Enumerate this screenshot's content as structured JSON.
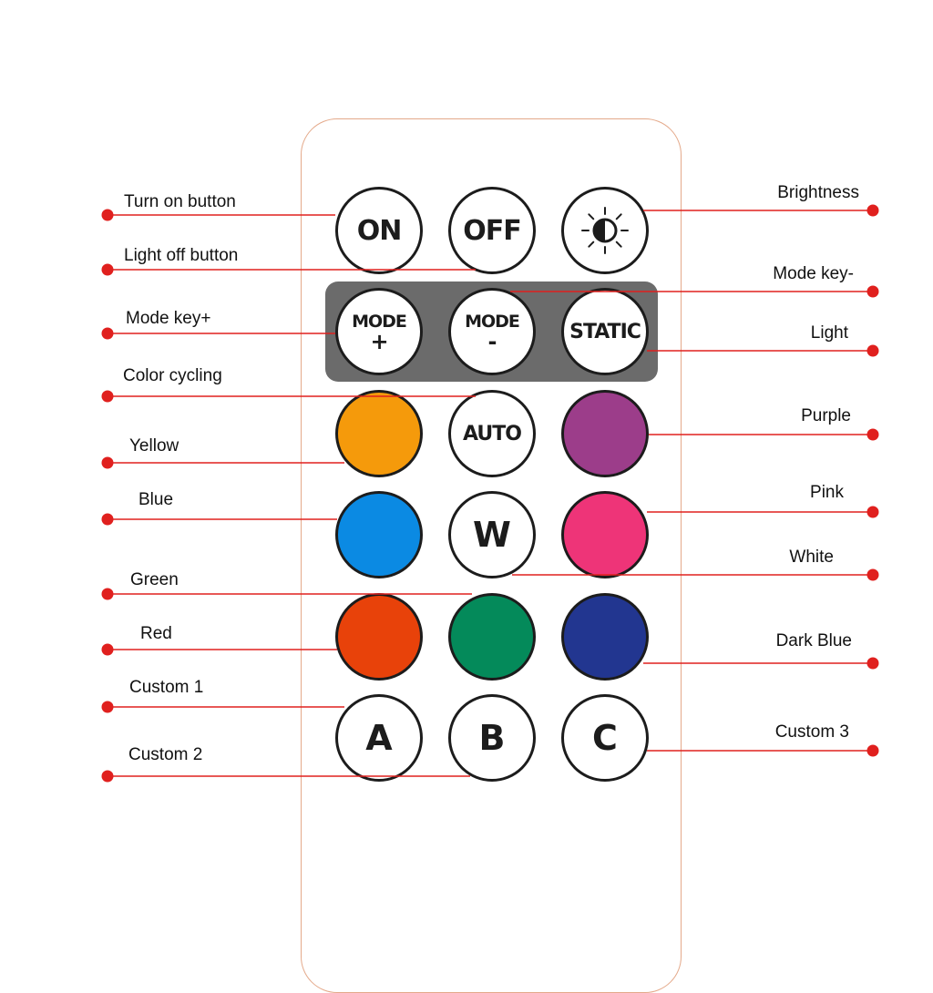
{
  "remote": {
    "buttons": [
      {
        "key": "on",
        "text": "ON",
        "fill": "#ffffff",
        "kind": "text"
      },
      {
        "key": "off",
        "text": "OFF",
        "fill": "#ffffff",
        "kind": "text"
      },
      {
        "key": "bright",
        "text": "",
        "fill": "#ffffff",
        "kind": "brightness"
      },
      {
        "key": "modeplus",
        "text": "MODE",
        "sub": "+",
        "fill": "#ffffff",
        "kind": "mode"
      },
      {
        "key": "modeminus",
        "text": "MODE",
        "sub": "-",
        "fill": "#ffffff",
        "kind": "mode"
      },
      {
        "key": "static",
        "text": "STATIC",
        "fill": "#ffffff",
        "kind": "text-mid"
      },
      {
        "key": "yellow",
        "text": "",
        "fill": "#f59a0b",
        "kind": "color"
      },
      {
        "key": "auto",
        "text": "AUTO",
        "fill": "#ffffff",
        "kind": "text-mid"
      },
      {
        "key": "purple",
        "text": "",
        "fill": "#9c3d8a",
        "kind": "color"
      },
      {
        "key": "blue",
        "text": "",
        "fill": "#0b8ae3",
        "kind": "color"
      },
      {
        "key": "white",
        "text": "W",
        "fill": "#ffffff",
        "kind": "letter"
      },
      {
        "key": "pink",
        "text": "",
        "fill": "#ee3478",
        "kind": "color"
      },
      {
        "key": "red",
        "text": "",
        "fill": "#e8420a",
        "kind": "color"
      },
      {
        "key": "green",
        "text": "",
        "fill": "#048a5a",
        "kind": "color"
      },
      {
        "key": "darkblue",
        "text": "",
        "fill": "#223690",
        "kind": "color"
      },
      {
        "key": "a",
        "text": "A",
        "fill": "#ffffff",
        "kind": "letter"
      },
      {
        "key": "b",
        "text": "B",
        "fill": "#ffffff",
        "kind": "letter"
      },
      {
        "key": "c",
        "text": "C",
        "fill": "#ffffff",
        "kind": "letter"
      }
    ]
  },
  "labels": {
    "left": [
      "Turn on button",
      "Light off button",
      "Mode key+",
      "Color cycling",
      "Yellow",
      "Blue",
      "Green",
      "Red",
      "Custom 1",
      "Custom 2"
    ],
    "right": [
      "Brightness",
      "Mode key-",
      "Light",
      "Purple",
      "Pink",
      "White",
      "Dark Blue",
      "Custom 3"
    ]
  },
  "colors": {
    "leader_line": "#e0201e",
    "remote_outline": "#e4a98a",
    "mode_panel": "#6b6b6b"
  }
}
